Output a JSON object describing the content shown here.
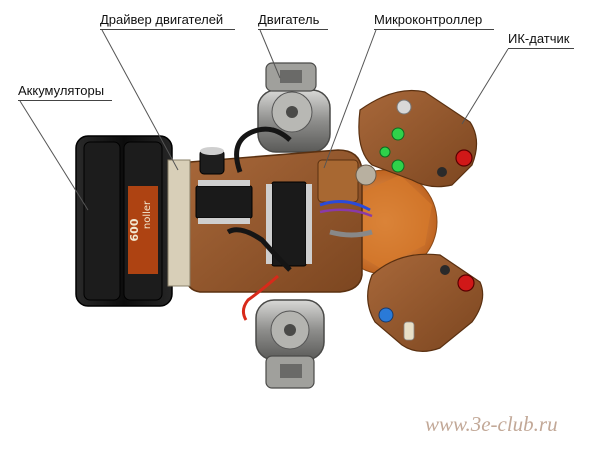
{
  "labels": {
    "driver": "Драйвер двигателей",
    "motor": "Двигатель",
    "mcu": "Микроконтроллер",
    "ir_sensor": "ИК-датчик",
    "battery": "Аккумуляторы"
  },
  "battery_print": {
    "capacity": "600",
    "brand": "noller"
  },
  "watermark": "www.3e-club.ru",
  "colors": {
    "background": "#ffffff",
    "pcb": "#9a5a2a",
    "battery": "#151515",
    "battery_label": "#c84a10",
    "motor_metal": "#9a9a98",
    "led_green": "#2fd24a",
    "led_red": "#d01818",
    "wire_blue": "#2a4ad8",
    "wire_red": "#d82a1a",
    "watermark": "#b89a86"
  }
}
